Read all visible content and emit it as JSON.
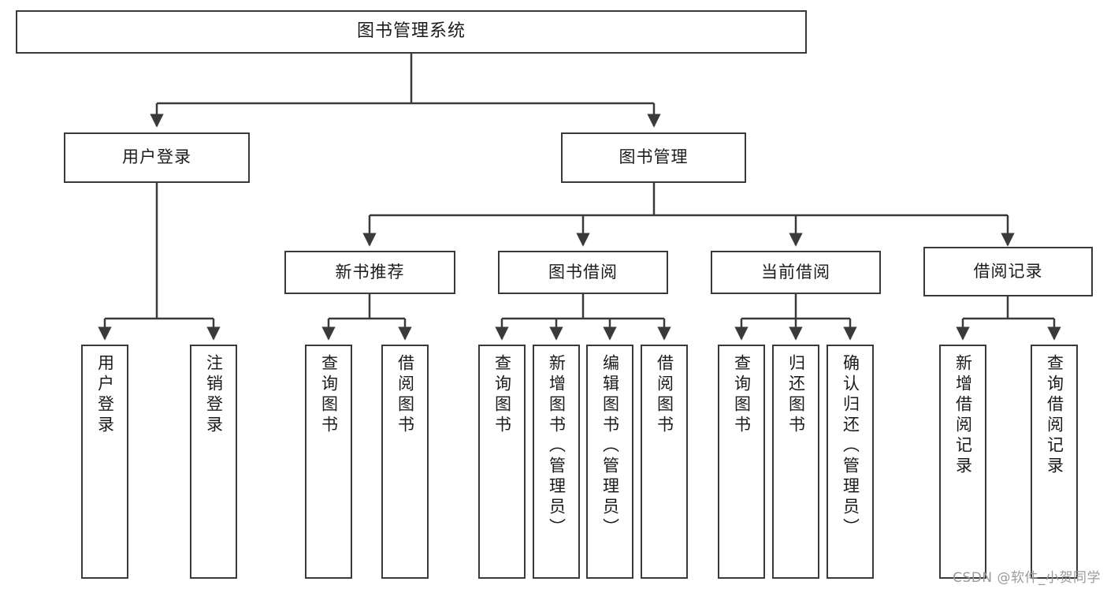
{
  "diagram": {
    "title": "图书管理系统",
    "type": "hierarchy-tree",
    "root": {
      "label": "图书管理系统"
    },
    "level2": [
      {
        "label": "用户登录"
      },
      {
        "label": "图书管理"
      }
    ],
    "level3": [
      {
        "label": "新书推荐"
      },
      {
        "label": "图书借阅"
      },
      {
        "label": "当前借阅"
      },
      {
        "label": "借阅记录"
      }
    ],
    "leaves": {
      "user_login": [
        {
          "label": "用户登录"
        },
        {
          "label": "注销登录"
        }
      ],
      "new_book_recommend": [
        {
          "label": "查询图书"
        },
        {
          "label": "借阅图书"
        }
      ],
      "book_borrow": [
        {
          "label": "查询图书"
        },
        {
          "label": "新增图书（管理员）"
        },
        {
          "label": "编辑图书（管理员）"
        },
        {
          "label": "借阅图书"
        }
      ],
      "current_borrow": [
        {
          "label": "查询图书"
        },
        {
          "label": "归还图书"
        },
        {
          "label": "确认归还（管理员）"
        }
      ],
      "borrow_record": [
        {
          "label": "新增借阅记录"
        },
        {
          "label": "查询借阅记录"
        }
      ]
    }
  },
  "watermark": {
    "text": "CSDN @软件_小贺同学"
  },
  "colors": {
    "stroke": "#3a3a3a",
    "text": "#1b1b1b",
    "background": "#ffffff",
    "watermark": "#9a9a9a"
  }
}
